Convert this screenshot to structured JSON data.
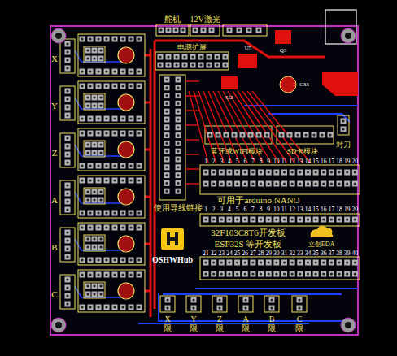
{
  "diagram": {
    "labels": [
      "舵机",
      "12V激光",
      "X",
      "Y",
      "Z",
      "A",
      "B",
      "C",
      "电源扩展",
      "U5",
      "Q3",
      "U2",
      "C33",
      "蓝牙或WIFI模块",
      "SD卡模块",
      "对刀",
      "使用导线链接",
      "可用于arduino NANO",
      "32F103C8T6开发板",
      "ESP32S 等开发板",
      "OSHWHub",
      "立创EDA",
      "X限",
      "Y限",
      "Z限",
      "A限",
      "B限",
      "C限",
      "1",
      "2",
      "3",
      "4",
      "5",
      "6",
      "7",
      "8",
      "9",
      "10",
      "11",
      "12",
      "13",
      "14",
      "15",
      "16",
      "17",
      "18",
      "19",
      "20",
      "1",
      "2",
      "3",
      "4",
      "5",
      "6",
      "7",
      "8",
      "9",
      "10",
      "11",
      "12",
      "13",
      "14",
      "15",
      "16",
      "17",
      "18",
      "19",
      "20",
      "21",
      "22",
      "23",
      "24",
      "25",
      "26",
      "27",
      "28",
      "29",
      "30",
      "31",
      "32",
      "33",
      "34",
      "35",
      "36",
      "37",
      "38",
      "39",
      "40"
    ]
  }
}
